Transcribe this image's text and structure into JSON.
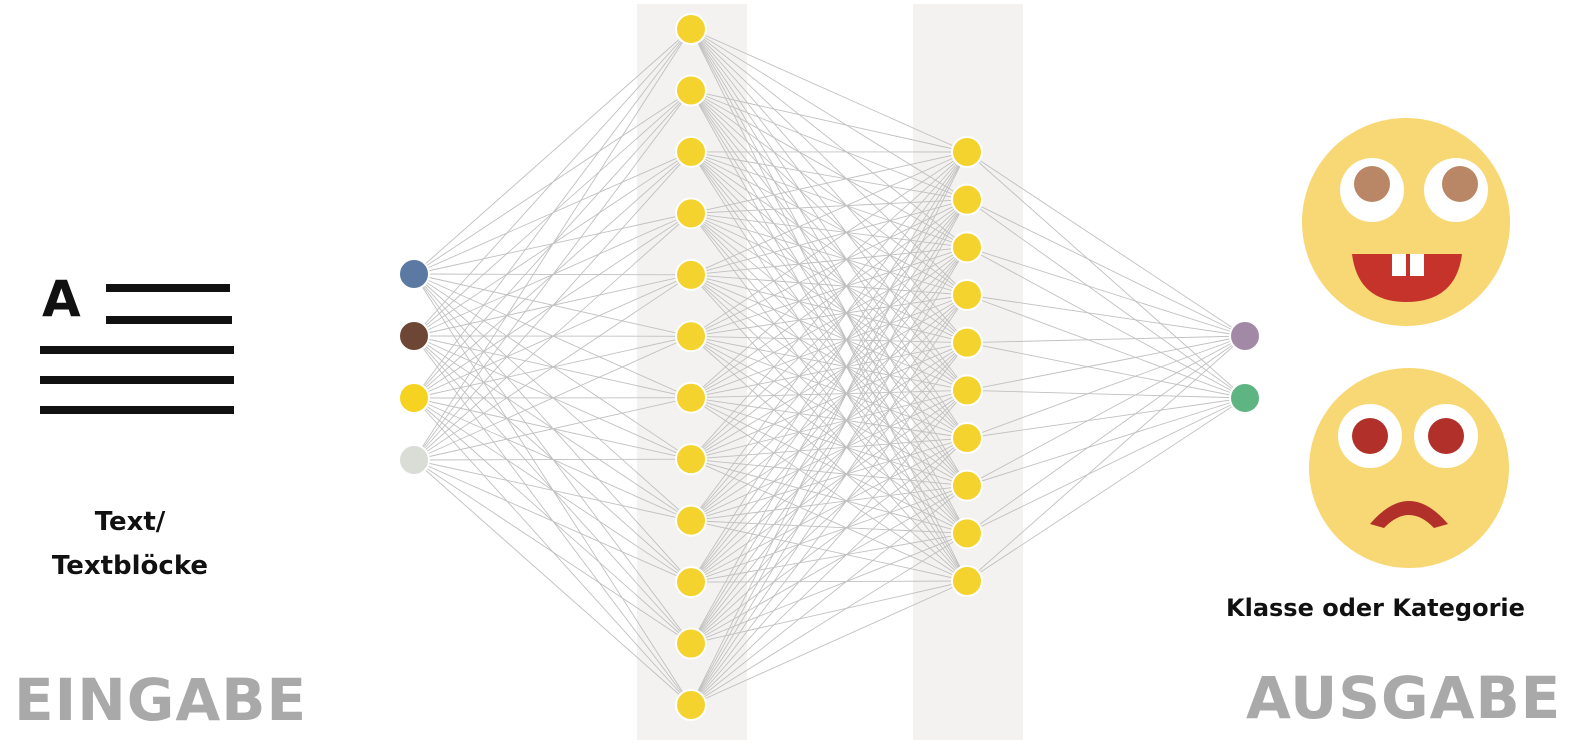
{
  "input_section": {
    "doc_icon": {
      "name": "text-document-icon",
      "letter": "A"
    },
    "caption_line1": "Text/",
    "caption_line2": "Textblöcke",
    "label": "EINGABE"
  },
  "output_section": {
    "emojis": [
      {
        "name": "happy-face-icon"
      },
      {
        "name": "sad-face-icon"
      }
    ],
    "caption": "Klasse oder Kategorie",
    "label": "AUSGABE"
  },
  "network": {
    "layers": [
      {
        "name": "input-layer",
        "neurons": 4,
        "colors": [
          "#5b79a3",
          "#6e4636",
          "#f5d320",
          "#d9ddd6"
        ]
      },
      {
        "name": "hidden-layer-1",
        "neurons": 12,
        "colors": [
          "#f5d32e"
        ]
      },
      {
        "name": "hidden-layer-2",
        "neurons": 10,
        "colors": [
          "#f5d32e"
        ]
      },
      {
        "name": "output-layer",
        "neurons": 2,
        "colors": [
          "#a28aa6",
          "#5fb581"
        ]
      }
    ],
    "connection_color": "#c0c0c0",
    "hidden_band_color": "#f3f2f0"
  }
}
